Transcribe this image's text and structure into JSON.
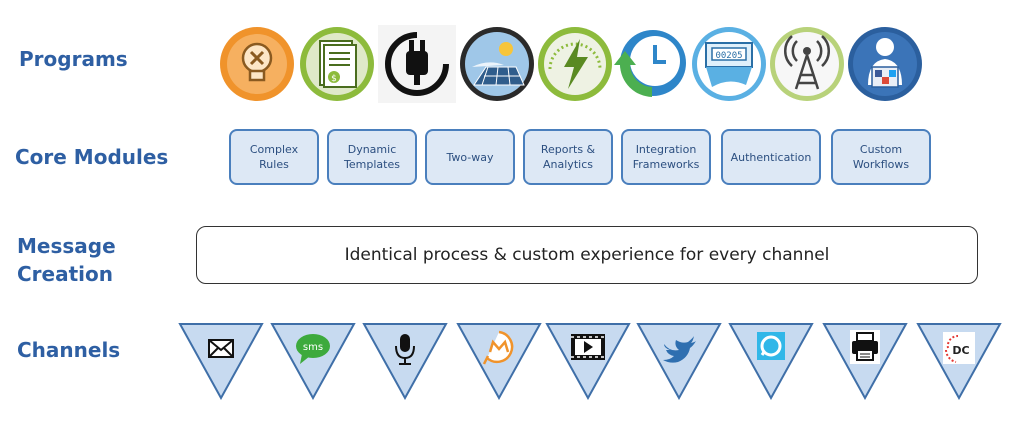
{
  "rows": {
    "programs": "Programs",
    "core_modules": "Core Modules",
    "message_creation": [
      "Message",
      "Creation"
    ],
    "channels": "Channels"
  },
  "programs": [
    {
      "icon": "lightbulb-icon",
      "color": "#f0932b"
    },
    {
      "icon": "bill-document-icon",
      "color": "#8dbb3c"
    },
    {
      "icon": "power-plug-icon",
      "color": "#111111"
    },
    {
      "icon": "solar-panel-icon",
      "color": "#2f5d8c"
    },
    {
      "icon": "energy-gauge-icon",
      "color": "#8dbb3c"
    },
    {
      "icon": "clock-arrow-icon",
      "color": "#2e86c9"
    },
    {
      "icon": "meter-reading-icon",
      "color": "#5ab0e3"
    },
    {
      "icon": "radio-tower-icon",
      "color": "#b8d27a"
    },
    {
      "icon": "social-media-person-icon",
      "color": "#2b5f9e"
    }
  ],
  "modules": [
    {
      "label": "Complex\nRules"
    },
    {
      "label": "Dynamic\nTemplates"
    },
    {
      "label": "Two-way"
    },
    {
      "label": "Reports &\nAnalytics"
    },
    {
      "label": "Integration\nFrameworks"
    },
    {
      "label": "Authentication"
    },
    {
      "label": "Custom\nWorkflows"
    }
  ],
  "message_creation": {
    "text": "Identical process & custom experience for every channel"
  },
  "channels": [
    {
      "icon": "envelope-icon"
    },
    {
      "icon": "sms-bubble-icon",
      "text": "sms"
    },
    {
      "icon": "microphone-icon"
    },
    {
      "icon": "chat-m-icon"
    },
    {
      "icon": "video-play-icon"
    },
    {
      "icon": "twitter-bird-icon"
    },
    {
      "icon": "alexa-ring-icon"
    },
    {
      "icon": "printer-icon"
    },
    {
      "icon": "dc-logo-icon",
      "text": "DC"
    }
  ],
  "colors": {
    "label_blue": "#2e5fa3",
    "module_fill": "#dde8f5",
    "module_border": "#4a7fbd",
    "triangle_fill": "#c7daf0",
    "triangle_border": "#3f6fa8"
  }
}
